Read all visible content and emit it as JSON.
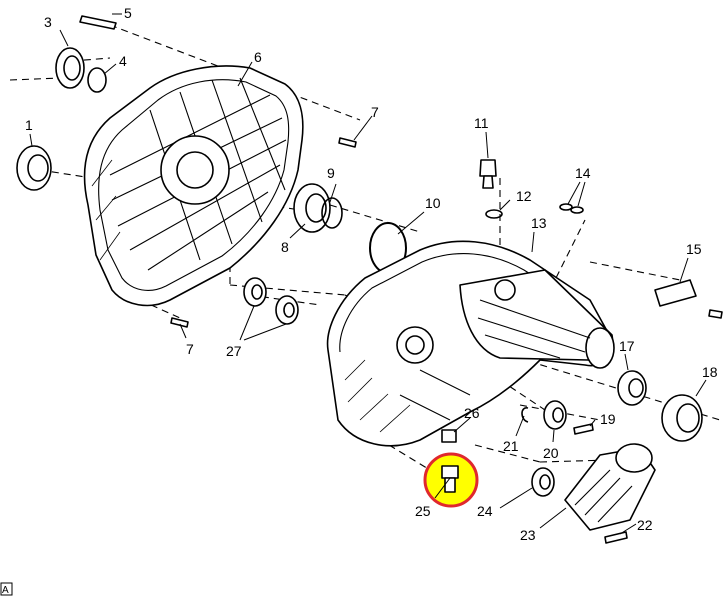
{
  "diagram": {
    "highlight_color": "#ffff00",
    "highlight_ring_color": "#e0282d",
    "highlighted_part": "25",
    "corner_mark": "A",
    "callouts": [
      {
        "id": "c1",
        "text": "1"
      },
      {
        "id": "c3",
        "text": "3"
      },
      {
        "id": "c4",
        "text": "4"
      },
      {
        "id": "c5",
        "text": "5"
      },
      {
        "id": "c6",
        "text": "6"
      },
      {
        "id": "c7a",
        "text": "7"
      },
      {
        "id": "c7b",
        "text": "7"
      },
      {
        "id": "c8",
        "text": "8"
      },
      {
        "id": "c9",
        "text": "9"
      },
      {
        "id": "c10",
        "text": "10"
      },
      {
        "id": "c11",
        "text": "11"
      },
      {
        "id": "c12",
        "text": "12"
      },
      {
        "id": "c13",
        "text": "13"
      },
      {
        "id": "c14",
        "text": "14"
      },
      {
        "id": "c15",
        "text": "15"
      },
      {
        "id": "c17",
        "text": "17"
      },
      {
        "id": "c18",
        "text": "18"
      },
      {
        "id": "c19",
        "text": "19"
      },
      {
        "id": "c20",
        "text": "20"
      },
      {
        "id": "c21",
        "text": "21"
      },
      {
        "id": "c22",
        "text": "22"
      },
      {
        "id": "c23",
        "text": "23"
      },
      {
        "id": "c24",
        "text": "24"
      },
      {
        "id": "c25",
        "text": "25"
      },
      {
        "id": "c26",
        "text": "26"
      },
      {
        "id": "c27",
        "text": "27"
      }
    ]
  }
}
